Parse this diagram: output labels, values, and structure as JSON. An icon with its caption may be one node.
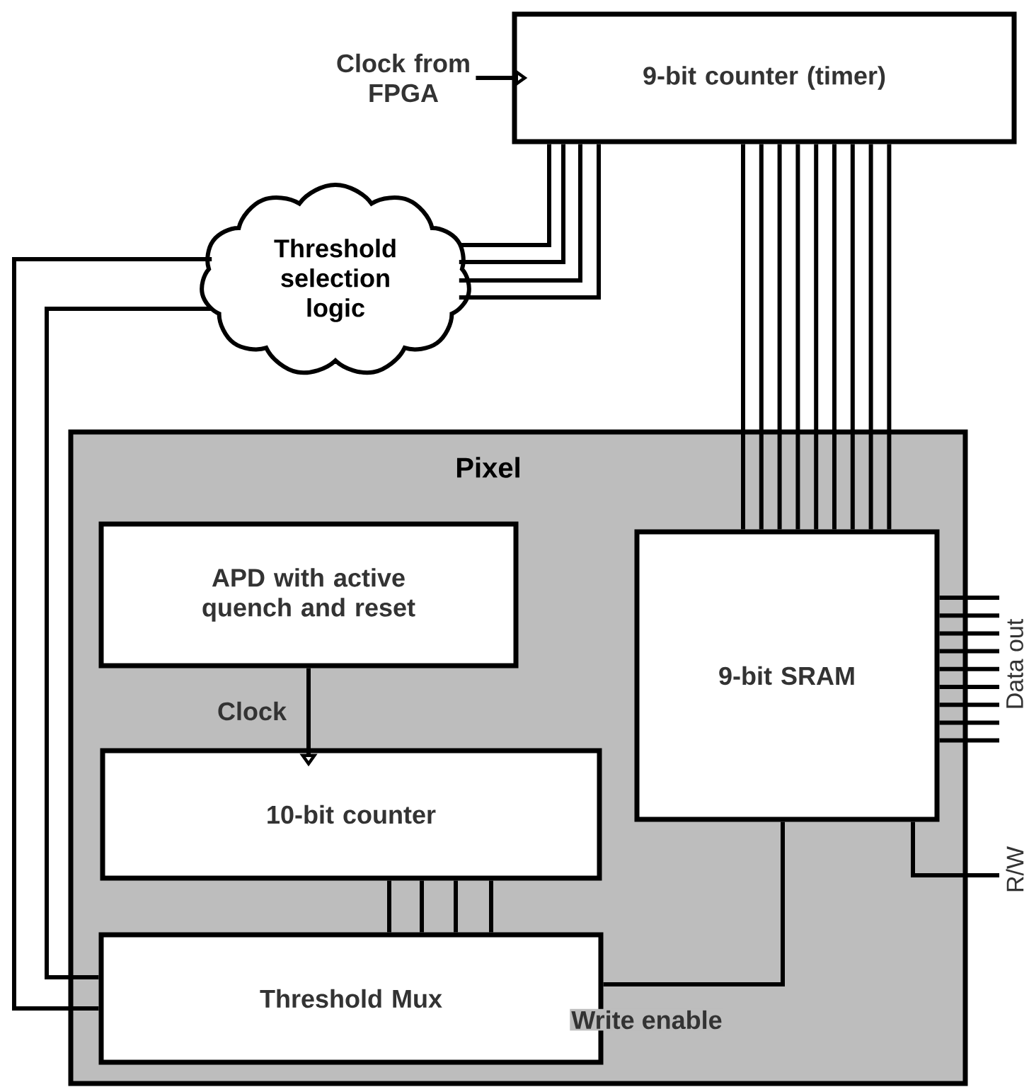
{
  "diagram": {
    "nodes": [
      {
        "text": [
          "Clock from FPGA"
        ]
      },
      {
        "text": [
          "9-bit counter (timer)"
        ]
      },
      {
        "text": [
          "Threshold selection logic"
        ]
      },
      {
        "text": [
          "Pixel"
        ]
      },
      {
        "text": [
          "APD with active quench and reset"
        ],
        "in": 3
      },
      {
        "text": [
          "10-bit counter"
        ],
        "in": 3
      },
      {
        "text": [
          "Threshold Mux"
        ],
        "in": 3
      },
      {
        "text": [
          "9-bit SRAM"
        ],
        "in": 3
      },
      {
        "text": [
          "Data out"
        ]
      },
      {
        "text": [
          "R/W"
        ]
      }
    ],
    "edges": [
      {
        "from": 0,
        "to": 1,
        "arrow": "to"
      },
      {
        "from": 1,
        "to": 2,
        "arrow": "none"
      },
      {
        "from": 1,
        "to": 2,
        "arrow": "none"
      },
      {
        "from": 1,
        "to": 2,
        "arrow": "none"
      },
      {
        "from": 1,
        "to": 2,
        "arrow": "none"
      },
      {
        "from": 2,
        "to": 6,
        "arrow": "none"
      },
      {
        "from": 2,
        "to": 6,
        "arrow": "none"
      },
      {
        "from": 1,
        "to": 7,
        "arrow": "none"
      },
      {
        "from": 1,
        "to": 7,
        "arrow": "none"
      },
      {
        "from": 1,
        "to": 7,
        "arrow": "none"
      },
      {
        "from": 1,
        "to": 7,
        "arrow": "none"
      },
      {
        "from": 1,
        "to": 7,
        "arrow": "none"
      },
      {
        "from": 1,
        "to": 7,
        "arrow": "none"
      },
      {
        "from": 1,
        "to": 7,
        "arrow": "none"
      },
      {
        "from": 1,
        "to": 7,
        "arrow": "none"
      },
      {
        "from": 1,
        "to": 7,
        "arrow": "none"
      },
      {
        "from": 4,
        "to": 5,
        "label": "Clock",
        "arrow": "to"
      },
      {
        "from": 5,
        "to": 6,
        "arrow": "none"
      },
      {
        "from": 5,
        "to": 6,
        "arrow": "none"
      },
      {
        "from": 5,
        "to": 6,
        "arrow": "none"
      },
      {
        "from": 5,
        "to": 6,
        "arrow": "none"
      },
      {
        "from": 6,
        "to": 7,
        "label": "Write enable",
        "arrow": "none"
      },
      {
        "from": 7,
        "to": 8,
        "arrow": "none"
      },
      {
        "from": 7,
        "to": 8,
        "arrow": "none"
      },
      {
        "from": 7,
        "to": 8,
        "arrow": "none"
      },
      {
        "from": 7,
        "to": 8,
        "arrow": "none"
      },
      {
        "from": 7,
        "to": 8,
        "arrow": "none"
      },
      {
        "from": 7,
        "to": 8,
        "arrow": "none"
      },
      {
        "from": 7,
        "to": 8,
        "arrow": "none"
      },
      {
        "from": 7,
        "to": 8,
        "arrow": "none"
      },
      {
        "from": 7,
        "to": 8,
        "arrow": "none"
      },
      {
        "from": 7,
        "to": 9,
        "arrow": "none"
      }
    ]
  }
}
